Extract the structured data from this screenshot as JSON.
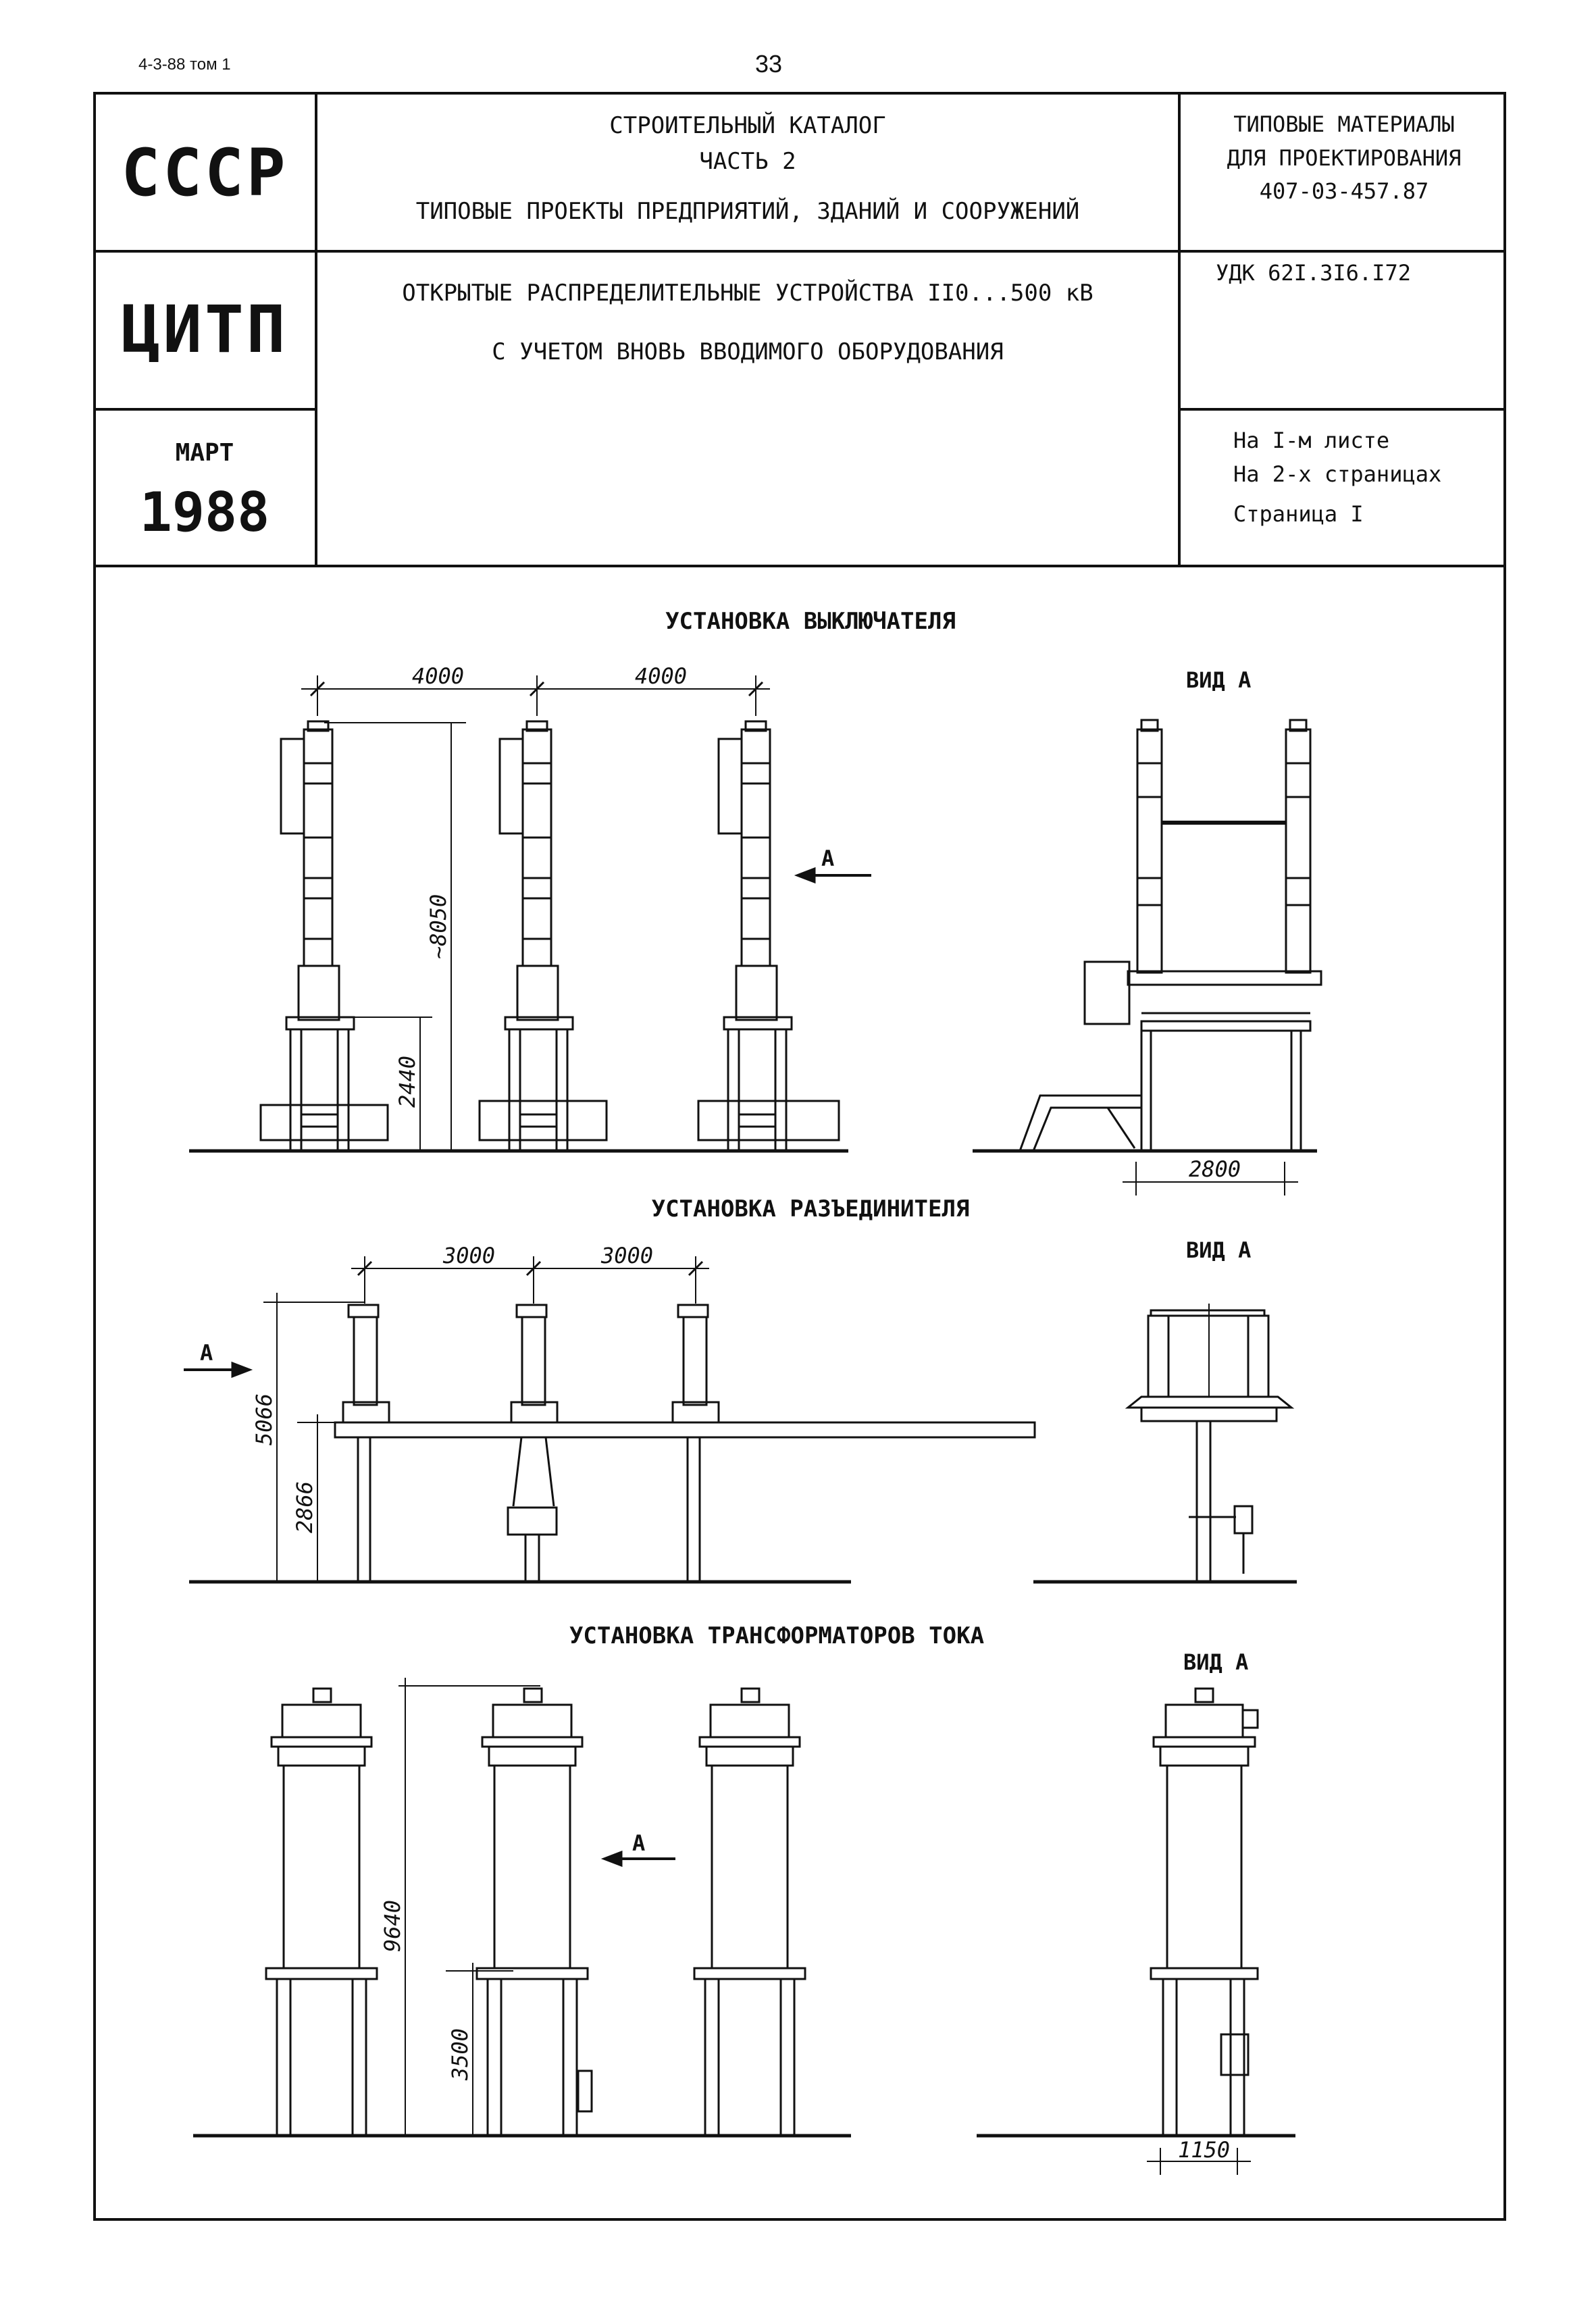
{
  "header": {
    "doc_id": "4-3-88 том 1",
    "page_number": "33"
  },
  "stamp": {
    "org1": "СССР",
    "org2": "ЦИТП",
    "month": "МАРТ",
    "year": "1988",
    "catalog_line1": "СТРОИТЕЛЬНЫЙ КАТАЛОГ",
    "catalog_line2": "ЧАСТЬ 2",
    "catalog_line3": "ТИПОВЫЕ ПРОЕКТЫ ПРЕДПРИЯТИЙ, ЗДАНИЙ И СООРУЖЕНИЙ",
    "subject_line1": "ОТКРЫТЫЕ РАСПРЕДЕЛИТЕЛЬНЫЕ УСТРОЙСТВА II0...500 кВ",
    "subject_line2": "С УЧЕТОМ ВНОВЬ ВВОДИМОГО ОБОРУДОВАНИЯ",
    "typical_line1": "ТИПОВЫЕ МАТЕРИАЛЫ",
    "typical_line2": "ДЛЯ ПРОЕКТИРОВАНИЯ",
    "typical_line3": "407-03-457.87",
    "udk": "УДК 62I.3I6.I72",
    "sheet_line1": "На I-м листе",
    "sheet_line2": "На 2-х страницах",
    "sheet_line3": "Страница I"
  },
  "drawings": {
    "breaker": {
      "title": "УСТАНОВКА ВЫКЛЮЧАТЕЛЯ",
      "view_label": "ВИД А",
      "arrow_label": "А",
      "dim_spacing_1": "4000",
      "dim_spacing_2": "4000",
      "dim_height": "~8050",
      "dim_base": "2440",
      "dim_view_width": "2800"
    },
    "disconnector": {
      "title": "УСТАНОВКА РАЗЪЕДИНИТЕЛЯ",
      "view_label": "ВИД А",
      "arrow_label": "А",
      "dim_spacing_1": "3000",
      "dim_spacing_2": "3000",
      "dim_height": "5066",
      "dim_base": "2866"
    },
    "ct": {
      "title": "УСТАНОВКА ТРАНСФОРМАТОРОВ ТОКА",
      "view_label": "ВИД А",
      "arrow_label": "А",
      "dim_height": "9640",
      "dim_base": "3500",
      "dim_view_width": "1150"
    }
  }
}
